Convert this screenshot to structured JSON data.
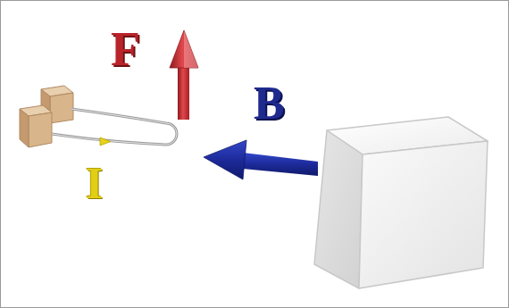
{
  "diagram": {
    "labels": [
      "F",
      "B",
      "I"
    ]
  }
}
